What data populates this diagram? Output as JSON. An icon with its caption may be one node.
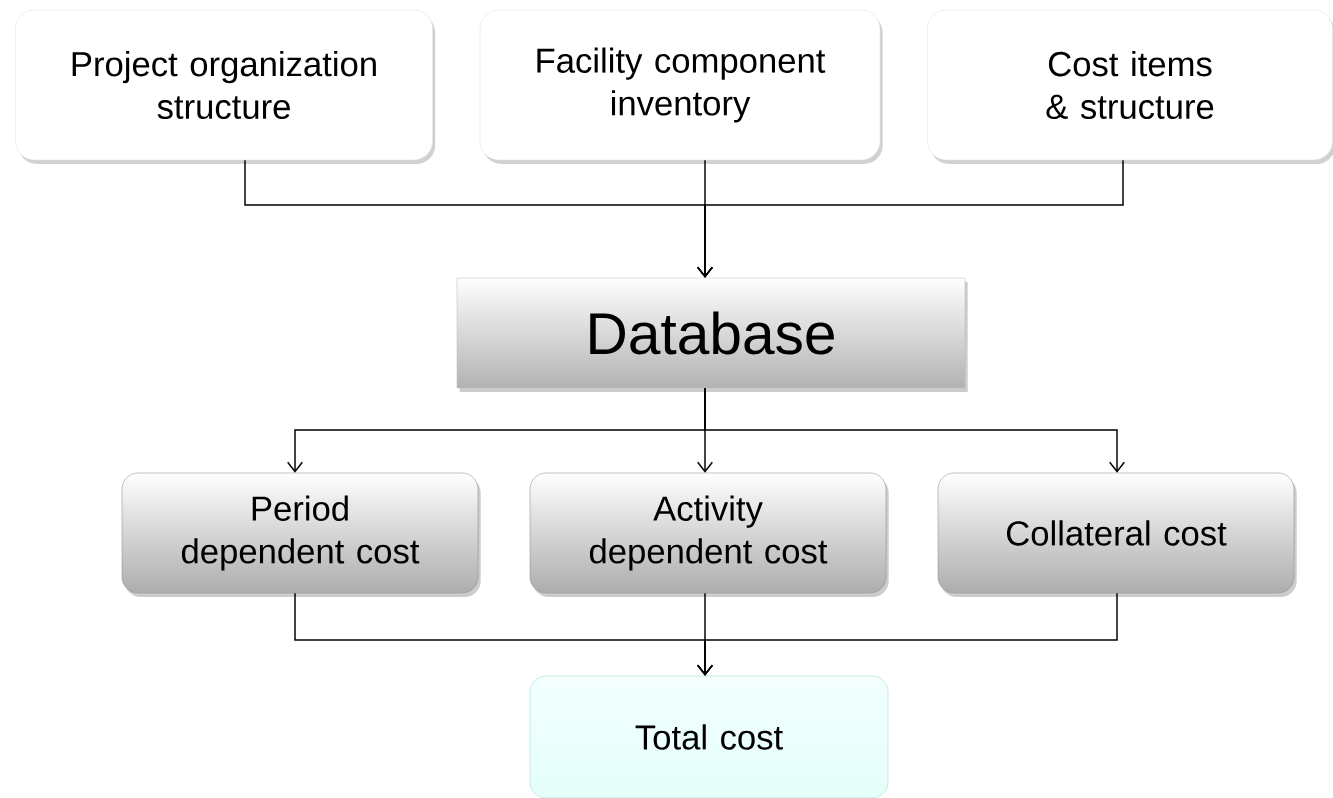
{
  "diagram": {
    "nodes": [
      {
        "text": [
          "Project organization structure"
        ]
      },
      {
        "text": [
          "Facility component inventory"
        ]
      },
      {
        "text": [
          "Cost items & structure"
        ]
      },
      {
        "text": [
          "Database"
        ]
      },
      {
        "text": [
          "Period dependent cost"
        ]
      },
      {
        "text": [
          "Activity dependent cost"
        ]
      },
      {
        "text": [
          "Collateral cost"
        ]
      },
      {
        "text": [
          "Total cost"
        ]
      }
    ],
    "edges": [
      {
        "from": 0,
        "to": 3,
        "arrow": "to"
      },
      {
        "from": 1,
        "to": 3,
        "arrow": "to"
      },
      {
        "from": 2,
        "to": 3,
        "arrow": "to"
      },
      {
        "from": 3,
        "to": 4,
        "arrow": "to"
      },
      {
        "from": 3,
        "to": 5,
        "arrow": "to"
      },
      {
        "from": 3,
        "to": 6,
        "arrow": "to"
      },
      {
        "from": 4,
        "to": 7,
        "arrow": "to"
      },
      {
        "from": 5,
        "to": 7,
        "arrow": "to"
      },
      {
        "from": 6,
        "to": 7,
        "arrow": "to"
      }
    ]
  }
}
